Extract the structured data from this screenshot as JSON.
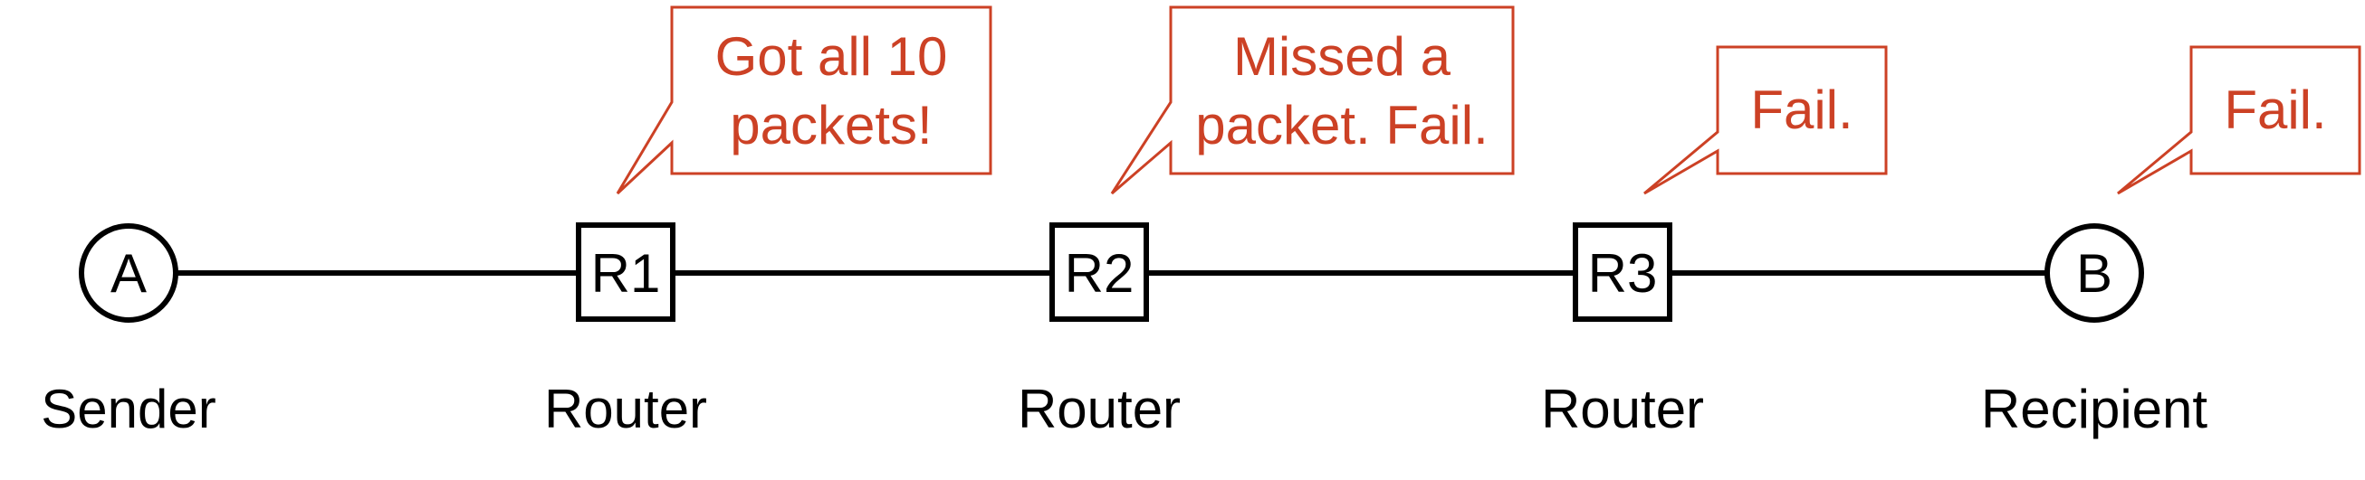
{
  "nodes": {
    "a": {
      "symbol": "A",
      "label": "Sender"
    },
    "r1": {
      "symbol": "R1",
      "label": "Router"
    },
    "r2": {
      "symbol": "R2",
      "label": "Router"
    },
    "r3": {
      "symbol": "R3",
      "label": "Router"
    },
    "b": {
      "symbol": "B",
      "label": "Recipient"
    }
  },
  "callouts": {
    "r1": {
      "line1": "Got all 10",
      "line2": "packets!"
    },
    "r2": {
      "line1": "Missed a",
      "line2": "packet. Fail."
    },
    "r3": {
      "line1": "Fail."
    },
    "b": {
      "line1": "Fail."
    }
  },
  "colors": {
    "line": "#000000",
    "callout": "#cc4125"
  }
}
